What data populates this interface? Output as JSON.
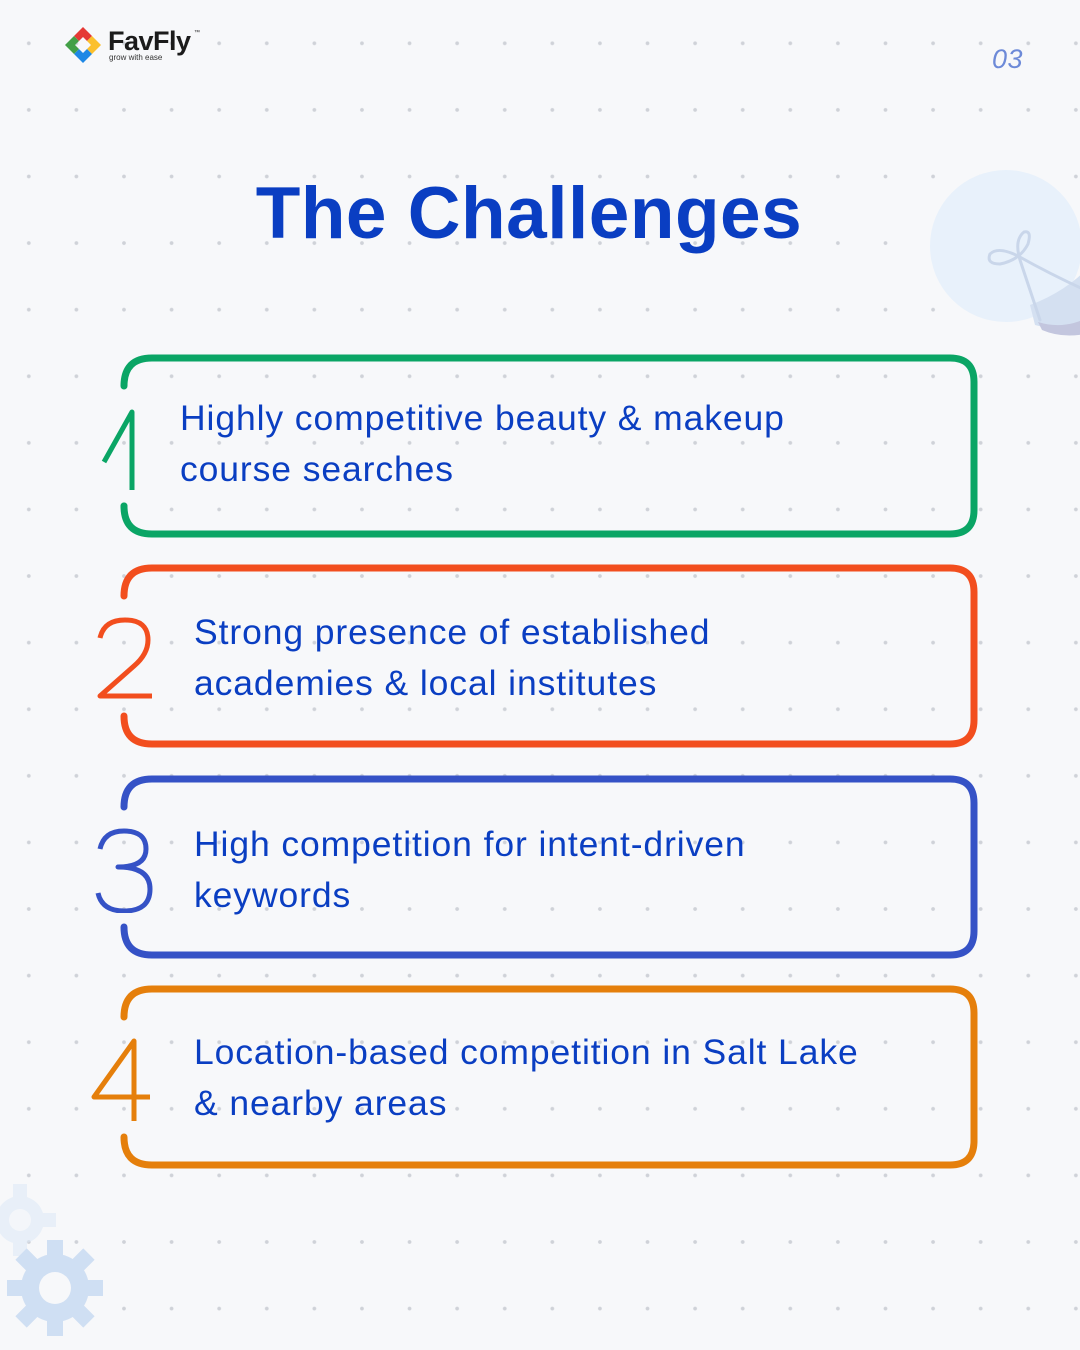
{
  "brand": {
    "name": "FavFly",
    "trademark": "™",
    "tagline": "grow with ease",
    "logo_colors": [
      "#e53935",
      "#fbc02d",
      "#43a047",
      "#1e88e5"
    ]
  },
  "page_number": "03",
  "title": "The Challenges",
  "colors": {
    "title": "#0a3ec2",
    "text": "#0a3ec2",
    "page_number": "#6d8ad8",
    "background": "#f7f8fa",
    "decor": "#d7e4f5"
  },
  "challenges": [
    {
      "number": "1",
      "color": "#0aa565",
      "lines": [
        "Highly competitive beauty & makeup",
        "course searches"
      ]
    },
    {
      "number": "2",
      "color": "#f24e1e",
      "lines": [
        "Strong presence of established",
        "academies & local institutes"
      ]
    },
    {
      "number": "3",
      "color": "#3552c6",
      "lines": [
        "High competition for intent-driven",
        "keywords"
      ]
    },
    {
      "number": "4",
      "color": "#e57f0b",
      "lines": [
        "Location-based competition in Salt Lake",
        "& nearby areas"
      ]
    }
  ],
  "decorations": {
    "top_right": "lightbulb-icon",
    "bottom_left": "gear-icon"
  }
}
